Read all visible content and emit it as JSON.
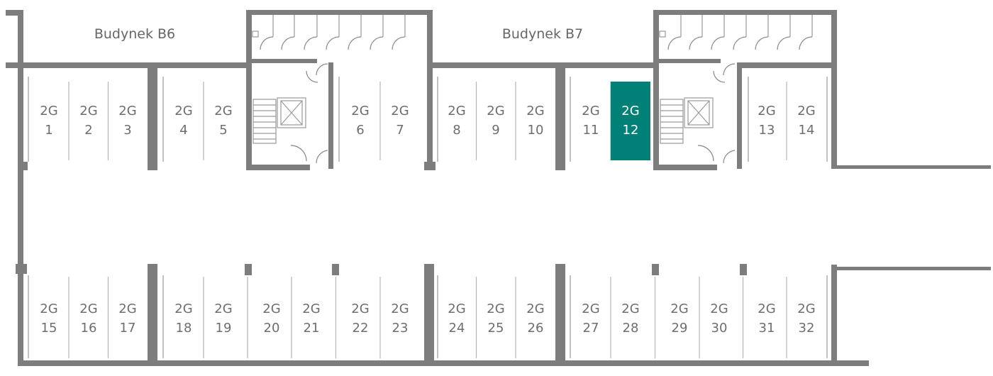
{
  "buildings": [
    {
      "id": "b6",
      "name": "Budynek B6"
    },
    {
      "id": "b7",
      "name": "Budynek B7"
    }
  ],
  "selected_spot": "12",
  "colors": {
    "wall": "#7d7d7d",
    "selected": "#008077",
    "label": "#6e6e6e"
  },
  "spots": [
    {
      "prefix": "2G",
      "number": "1"
    },
    {
      "prefix": "2G",
      "number": "2"
    },
    {
      "prefix": "2G",
      "number": "3"
    },
    {
      "prefix": "2G",
      "number": "4"
    },
    {
      "prefix": "2G",
      "number": "5"
    },
    {
      "prefix": "2G",
      "number": "6"
    },
    {
      "prefix": "2G",
      "number": "7"
    },
    {
      "prefix": "2G",
      "number": "8"
    },
    {
      "prefix": "2G",
      "number": "9"
    },
    {
      "prefix": "2G",
      "number": "10"
    },
    {
      "prefix": "2G",
      "number": "11"
    },
    {
      "prefix": "2G",
      "number": "12"
    },
    {
      "prefix": "2G",
      "number": "13"
    },
    {
      "prefix": "2G",
      "number": "14"
    },
    {
      "prefix": "2G",
      "number": "15"
    },
    {
      "prefix": "2G",
      "number": "16"
    },
    {
      "prefix": "2G",
      "number": "17"
    },
    {
      "prefix": "2G",
      "number": "18"
    },
    {
      "prefix": "2G",
      "number": "19"
    },
    {
      "prefix": "2G",
      "number": "20"
    },
    {
      "prefix": "2G",
      "number": "21"
    },
    {
      "prefix": "2G",
      "number": "22"
    },
    {
      "prefix": "2G",
      "number": "23"
    },
    {
      "prefix": "2G",
      "number": "24"
    },
    {
      "prefix": "2G",
      "number": "25"
    },
    {
      "prefix": "2G",
      "number": "26"
    },
    {
      "prefix": "2G",
      "number": "27"
    },
    {
      "prefix": "2G",
      "number": "28"
    },
    {
      "prefix": "2G",
      "number": "29"
    },
    {
      "prefix": "2G",
      "number": "30"
    },
    {
      "prefix": "2G",
      "number": "31"
    },
    {
      "prefix": "2G",
      "number": "32"
    }
  ]
}
